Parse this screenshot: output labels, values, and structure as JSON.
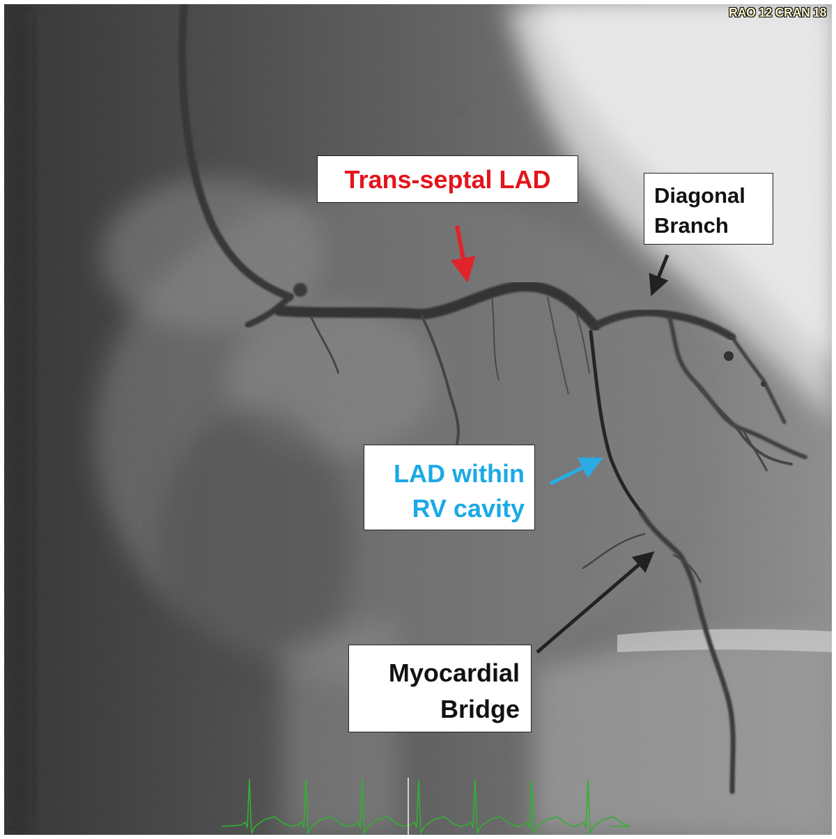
{
  "image": {
    "projection": "RAO 12 CRAN 18"
  },
  "annotations": [
    {
      "id": "trans-septal-lad",
      "lines": [
        "Trans-septal LAD"
      ],
      "color": "#e4141b"
    },
    {
      "id": "diagonal-branch",
      "lines": [
        "Diagonal",
        "Branch"
      ],
      "color": "#111111"
    },
    {
      "id": "lad-within-rv",
      "lines": [
        "LAD within",
        "RV cavity"
      ],
      "color": "#1ba9e6"
    },
    {
      "id": "myocardial-bridge",
      "lines": [
        "Myocardial",
        "Bridge"
      ],
      "color": "#111111"
    }
  ],
  "colors": {
    "ecg_trace": "#22b022",
    "red_arrow": "#e4141b",
    "blue_arrow": "#1ba9e6",
    "black_arrow": "#111111"
  }
}
